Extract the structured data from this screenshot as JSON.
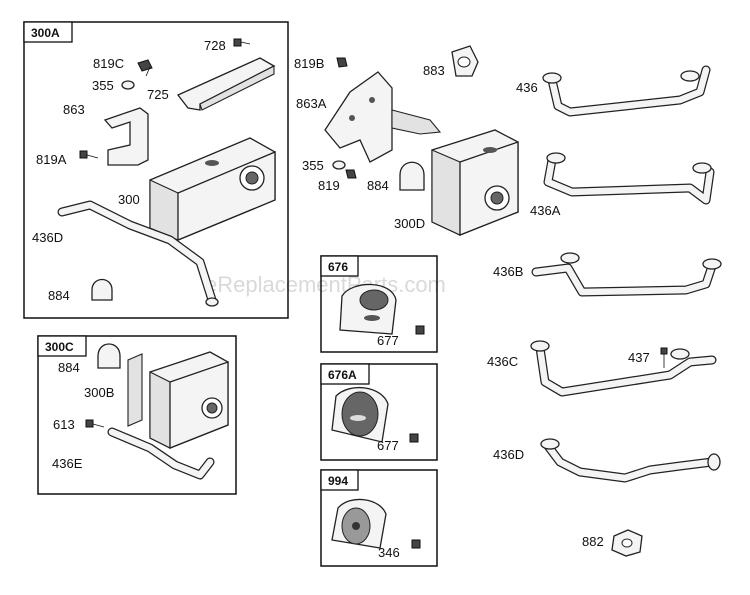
{
  "watermark": "eReplacementParts.com",
  "groups": {
    "g300A": {
      "tag": "300A",
      "labels": {
        "p728": "728",
        "p819C": "819C",
        "p355": "355",
        "p725": "725",
        "p863": "863",
        "p819A": "819A",
        "p300": "300",
        "p436D": "436D",
        "p884": "884"
      }
    },
    "g300C": {
      "tag": "300C",
      "labels": {
        "p884": "884",
        "p300B": "300B",
        "p613": "613",
        "p436E": "436E"
      }
    },
    "g676": {
      "tag": "676",
      "labels": {
        "p677": "677"
      }
    },
    "g676A": {
      "tag": "676A",
      "labels": {
        "p677": "677"
      }
    },
    "g994": {
      "tag": "994",
      "labels": {
        "p346": "346"
      }
    }
  },
  "loose": {
    "p819B": "819B",
    "p883": "883",
    "p863A": "863A",
    "p355": "355",
    "p819": "819",
    "p884": "884",
    "p300D": "300D",
    "p436": "436",
    "p436A": "436A",
    "p436B": "436B",
    "p436C": "436C",
    "p437": "437",
    "p436D": "436D",
    "p882": "882"
  }
}
